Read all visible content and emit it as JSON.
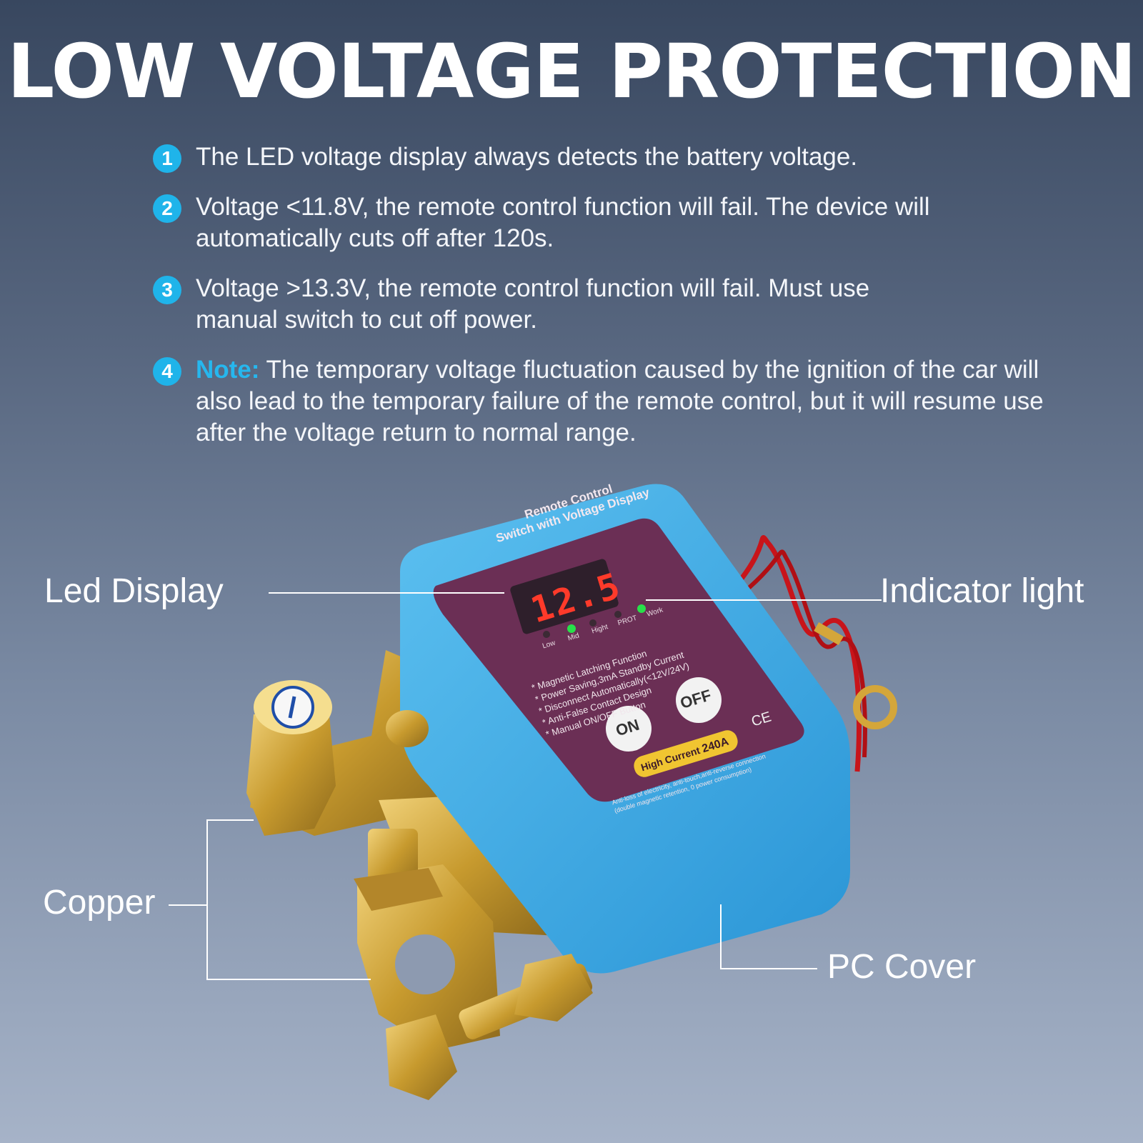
{
  "title": "LOW VOLTAGE PROTECTION",
  "points": [
    {
      "num": "1",
      "text": "The LED voltage display always detects the battery voltage."
    },
    {
      "num": "2",
      "text": "Voltage <11.8V, the remote control function will fail. The device will automatically cuts off after 120s."
    },
    {
      "num": "3",
      "text": "Voltage >13.3V, the remote control function will fail. Must use manual switch to cut off power."
    },
    {
      "num": "4",
      "note_label": "Note:",
      "text": " The temporary voltage fluctuation caused by the ignition of the car will also lead to the temporary failure of the remote control, but it will resume use after the voltage return to normal range."
    }
  ],
  "callouts": {
    "led_display": "Led Display",
    "indicator_light": "Indicator light",
    "copper": "Copper",
    "pc_cover": "PC Cover"
  },
  "device": {
    "panel_title_1": "Remote Control",
    "panel_title_2": "Switch with Voltage Display",
    "display_value": "12.5",
    "indicators": [
      "Low",
      "Mid",
      "Hight",
      "PROT",
      "Work"
    ],
    "features": [
      "* Magnetic Latching Function",
      "* Power Saving,3mA Standby Current",
      "* Disconnect Automatically(<12V/24V)",
      "* Anti-False Contact Design",
      "* Manual ON/OFF Button"
    ],
    "on_label": "ON",
    "off_label": "OFF",
    "ce_mark": "CE",
    "high_current_label": "High Current",
    "high_current_value": "240A",
    "footer_1": "Anti-loss of electricity, anti-touch,anti-reverse connection",
    "footer_2": "(double magnetic retention, 0 power consumption)"
  },
  "colors": {
    "accent": "#1fb4ea",
    "cover_blue": "#38a9e6",
    "panel_purple": "#6b2f55",
    "copper_gold": "#c9a13a",
    "wire_red": "#c8141a"
  }
}
